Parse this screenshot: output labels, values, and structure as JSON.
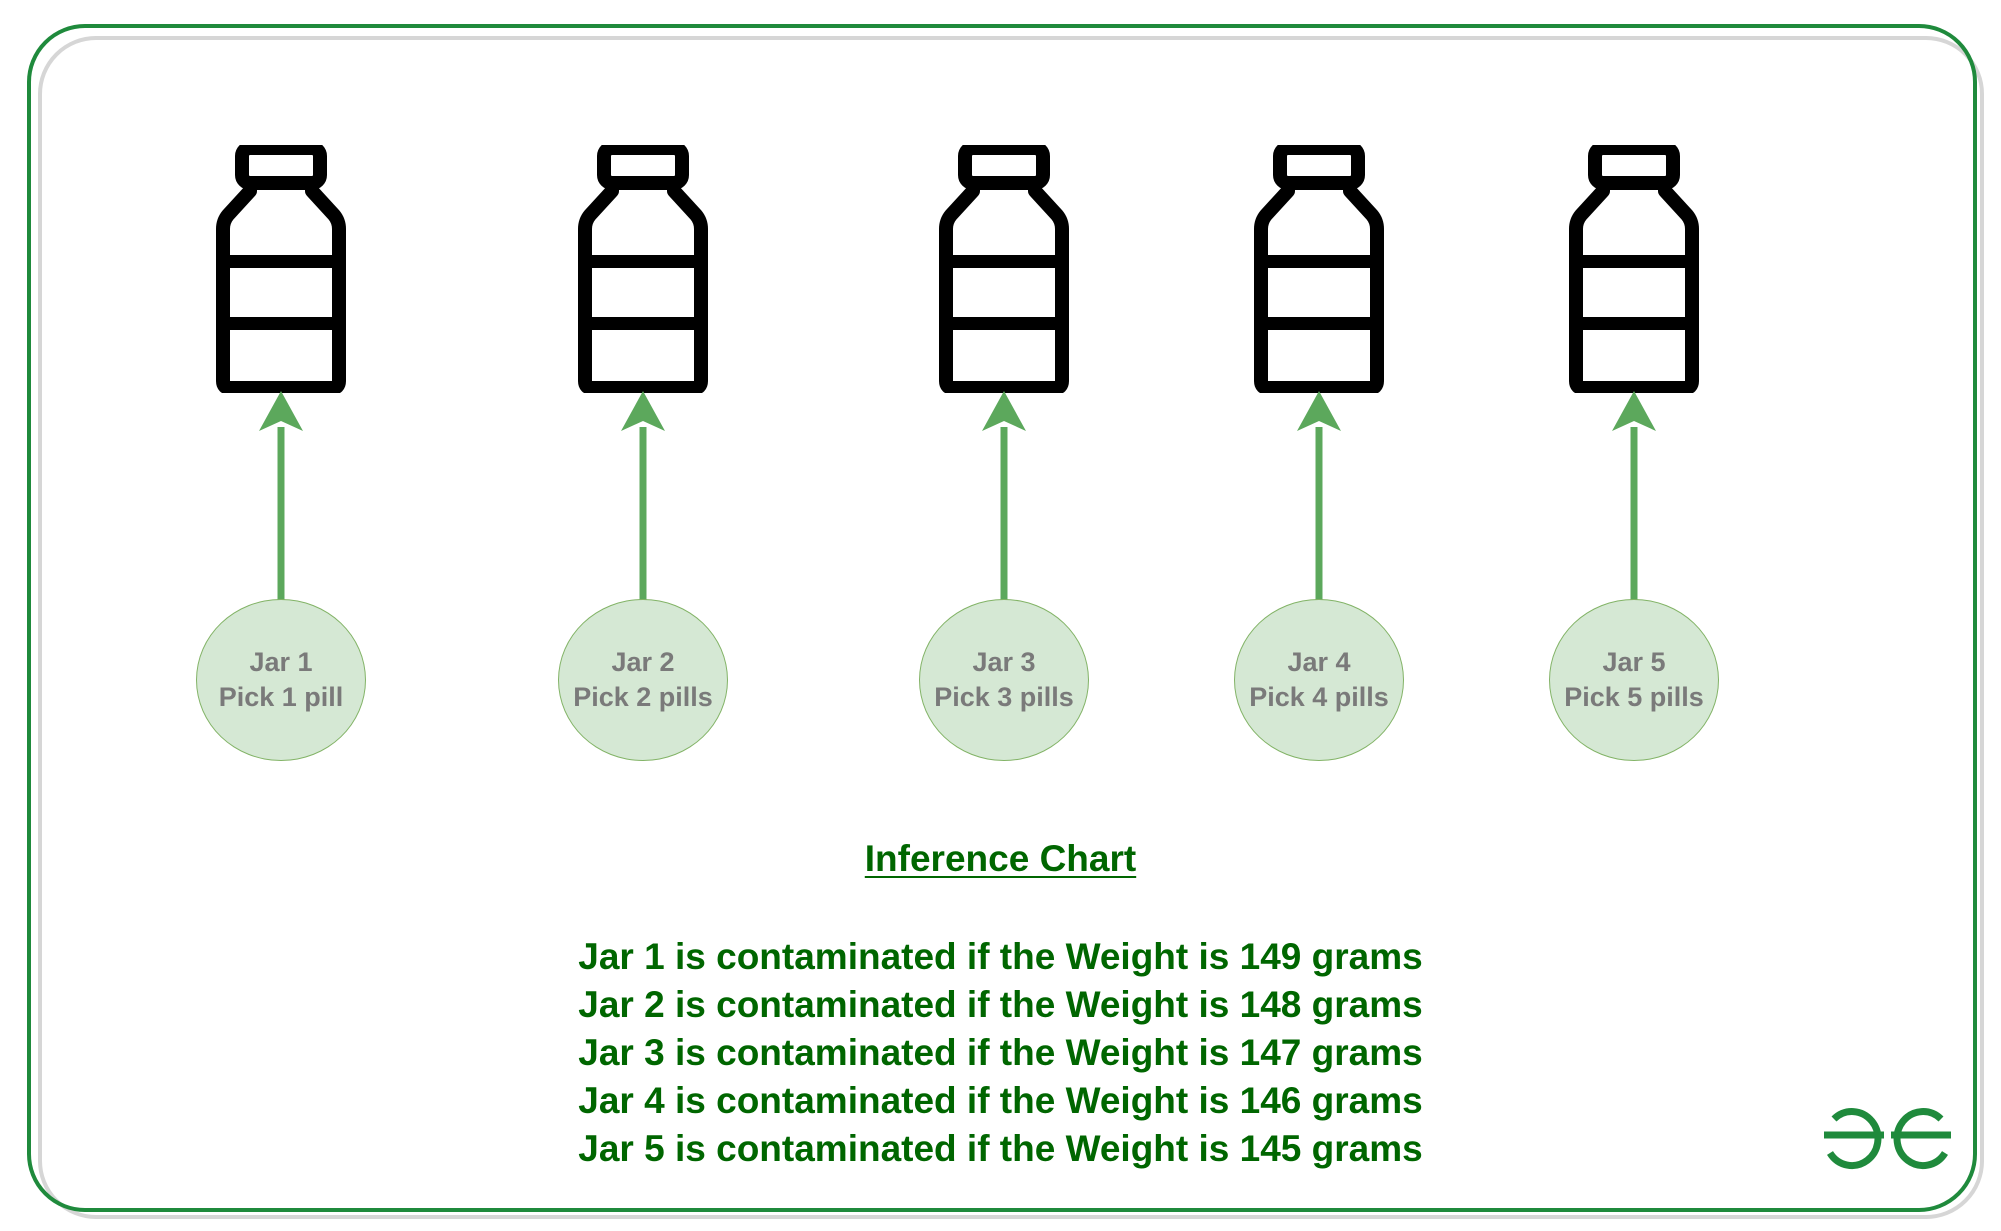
{
  "jars": [
    {
      "name": "Jar 1",
      "instruction": "Pick 1 pill"
    },
    {
      "name": "Jar 2",
      "instruction": "Pick 2 pills"
    },
    {
      "name": "Jar 3",
      "instruction": "Pick 3 pills"
    },
    {
      "name": "Jar 4",
      "instruction": "Pick 4 pills"
    },
    {
      "name": "Jar 5",
      "instruction": "Pick 5 pills"
    }
  ],
  "inference": {
    "title": "Inference Chart",
    "lines": [
      "Jar 1 is contaminated if the Weight is 149 grams",
      "Jar 2 is contaminated if the Weight is 148 grams",
      "Jar 3 is contaminated if the Weight is 147 grams",
      "Jar 4 is contaminated if the Weight is 146 grams",
      "Jar 5 is contaminated if the Weight is 145 grams"
    ]
  },
  "colors": {
    "frame": "#1f8a3c",
    "arrow": "#5ca85c",
    "circle_fill": "#d5e8d4",
    "circle_stroke": "#82b366",
    "circle_text": "#7a7a7a",
    "text": "#006600",
    "bottle": "#000000",
    "logo": "#1f8a3c"
  },
  "icons": {
    "bottle": "bottle-icon",
    "arrow": "arrow-up-icon",
    "logo": "gfg-logo"
  }
}
